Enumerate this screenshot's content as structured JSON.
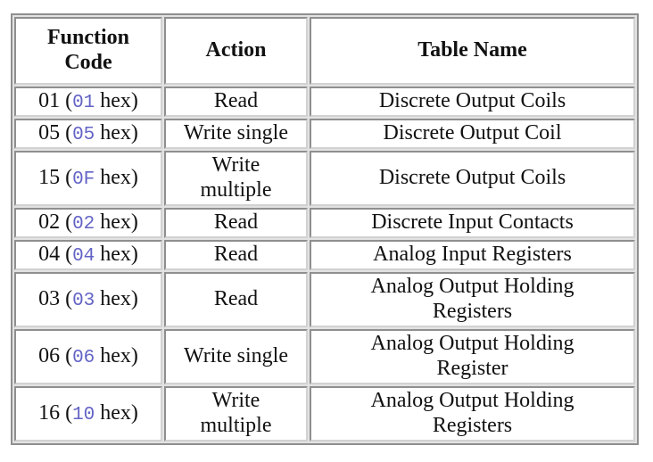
{
  "table": {
    "semantic": "modbus-function-code-table",
    "headers": {
      "function_code": "Function\nCode",
      "action": "Action",
      "table_name": "Table Name"
    },
    "rows": [
      {
        "code_prefix": "01 (",
        "code_hex": "01",
        "code_suffix": " hex)",
        "action": "Read",
        "table_name": "Discrete Output Coils"
      },
      {
        "code_prefix": "05 (",
        "code_hex": "05",
        "code_suffix": " hex)",
        "action": "Write single",
        "table_name": "Discrete Output Coil"
      },
      {
        "code_prefix": "15 (",
        "code_hex": "0F",
        "code_suffix": " hex)",
        "action": "Write\nmultiple",
        "table_name": "Discrete Output Coils"
      },
      {
        "code_prefix": "02 (",
        "code_hex": "02",
        "code_suffix": " hex)",
        "action": "Read",
        "table_name": "Discrete Input Contacts"
      },
      {
        "code_prefix": "04 (",
        "code_hex": "04",
        "code_suffix": " hex)",
        "action": "Read",
        "table_name": "Analog Input Registers"
      },
      {
        "code_prefix": "03 (",
        "code_hex": "03",
        "code_suffix": " hex)",
        "action": "Read",
        "table_name": "Analog Output Holding\nRegisters"
      },
      {
        "code_prefix": "06 (",
        "code_hex": "06",
        "code_suffix": " hex)",
        "action": "Write single",
        "table_name": "Analog Output Holding\nRegister"
      },
      {
        "code_prefix": "16 (",
        "code_hex": "10",
        "code_suffix": " hex)",
        "action": "Write\nmultiple",
        "table_name": "Analog Output Holding\nRegisters"
      }
    ],
    "colors": {
      "hex_code_text": "#6363c6",
      "border_dark": "#8f8f8f",
      "border_light": "#d2d2d2",
      "body_text": "#111111",
      "background": "#ffffff"
    }
  }
}
